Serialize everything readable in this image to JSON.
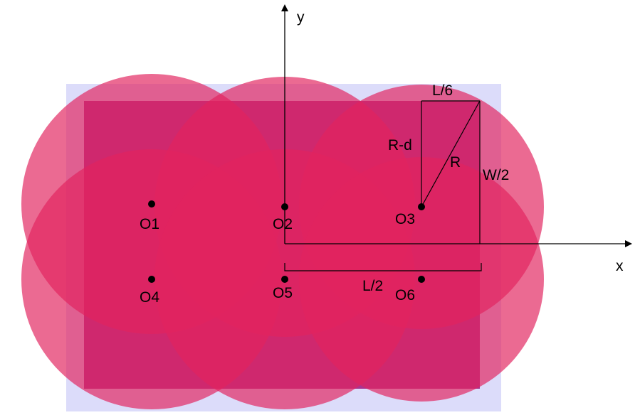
{
  "axes": {
    "x_label": "x",
    "y_label": "y"
  },
  "points": [
    {
      "id": "o1",
      "label": "O1"
    },
    {
      "id": "o2",
      "label": "O2"
    },
    {
      "id": "o3",
      "label": "O3"
    },
    {
      "id": "o4",
      "label": "O4"
    },
    {
      "id": "o5",
      "label": "O5"
    },
    {
      "id": "o6",
      "label": "O6"
    }
  ],
  "dimensions": {
    "l_over_6": "L/6",
    "r_minus_d": "R-d",
    "r": "R",
    "w_over_2": "W/2",
    "l_over_2": "L/2"
  },
  "colors": {
    "outer_rect": "#dcdcfa",
    "inner_rect": "#a83490",
    "circle_fill": "#e2245e",
    "circle_opacity": 0.68,
    "point": "#000000",
    "line": "#000000"
  }
}
